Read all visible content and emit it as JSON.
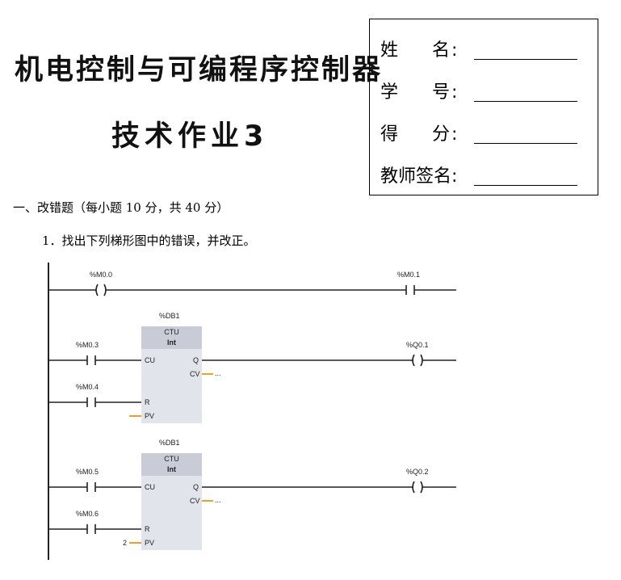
{
  "header": {
    "title_line1": "机电控制与可编程序控制器",
    "title_line2": "技术作业3"
  },
  "info_box": {
    "name_label": "姓名",
    "id_label": "学号",
    "score_label": "得分",
    "teacher_label": "教师签名",
    "colon": ":"
  },
  "section": {
    "heading": "一、改错题（每小题 10 分，共 40 分）",
    "question1": "1．找出下列梯形图中的错误，并改正。"
  },
  "ladder": {
    "rung1": {
      "input": "%M0.0",
      "output": "%M0.1"
    },
    "counter1": {
      "db": "%DB1",
      "type": "CTU",
      "datatype": "Int",
      "cu_contact": "%M0.3",
      "r_contact": "%M0.4",
      "output": "%Q0.1",
      "pin_cu": "CU",
      "pin_r": "R",
      "pin_pv": "PV",
      "pin_q": "Q",
      "pin_cv": "CV",
      "cv_value": "...",
      "pv_value": ""
    },
    "counter2": {
      "db": "%DB1",
      "type": "CTU",
      "datatype": "Int",
      "cu_contact": "%M0.5",
      "r_contact": "%M0.6",
      "output": "%Q0.2",
      "pin_cu": "CU",
      "pin_r": "R",
      "pin_pv": "PV",
      "pin_q": "Q",
      "pin_cv": "CV",
      "cv_value": "...",
      "pv_value": "2"
    },
    "colors": {
      "line": "#222222",
      "block_fill": "#e2e4ec",
      "block_header": "#c9ccd6",
      "pin_stub": "#f0a020"
    }
  }
}
